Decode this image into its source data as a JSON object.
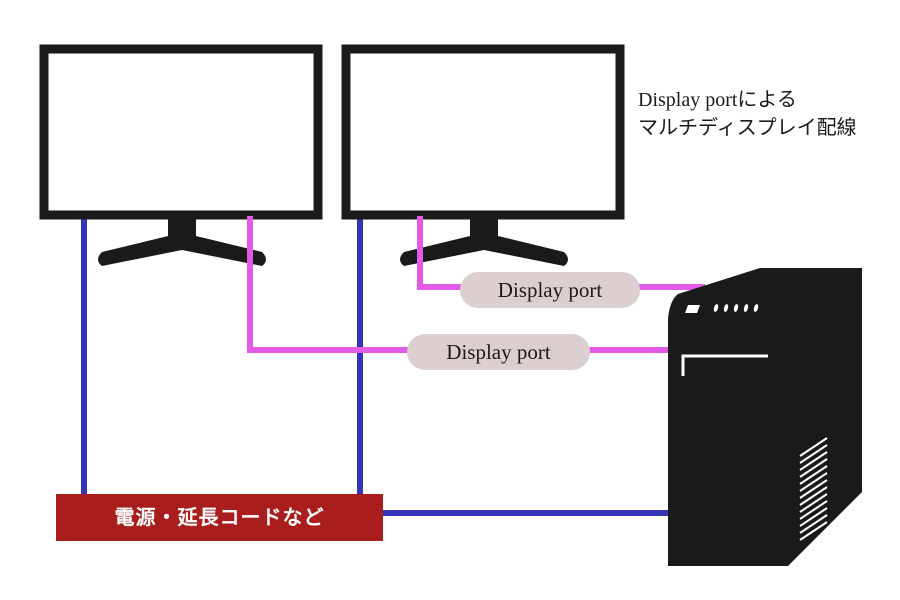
{
  "title": {
    "line1": "Display portによる",
    "line2": "マルチディスプレイ配線"
  },
  "labels": {
    "cable_top": "Display port",
    "cable_bottom": "Display port",
    "power": "電源・延長コードなど"
  },
  "colors": {
    "displayport_cable": "#e35ae6",
    "power_cable": "#3434b8",
    "power_box": "#aa1d1d",
    "label_pill": "#dccfcf",
    "device": "#1a1a1a"
  }
}
